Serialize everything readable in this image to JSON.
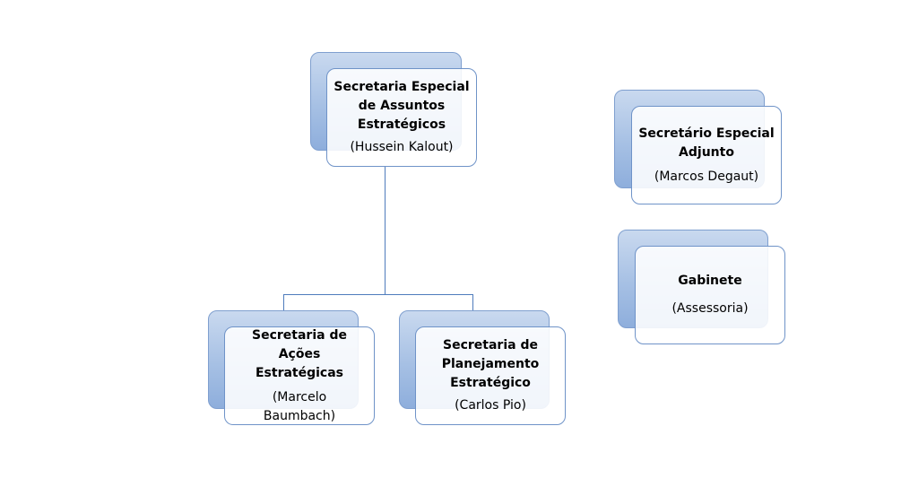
{
  "nodes": {
    "root": {
      "title": "Secretaria Especial de Assuntos Estratégicos",
      "subtitle": "(Hussein Kalout)"
    },
    "acoes": {
      "title": "Secretaria de Ações Estratégicas",
      "subtitle": "(Marcelo Baumbach)"
    },
    "planejamento": {
      "title": "Secretaria de Planejamento Estratégico",
      "subtitle": "(Carlos Pio)"
    },
    "adjunto": {
      "title": "Secretário Especial Adjunto",
      "subtitle": "(Marcos Degaut)"
    },
    "gabinete": {
      "title": "Gabinete",
      "subtitle": "(Assessoria)"
    }
  }
}
